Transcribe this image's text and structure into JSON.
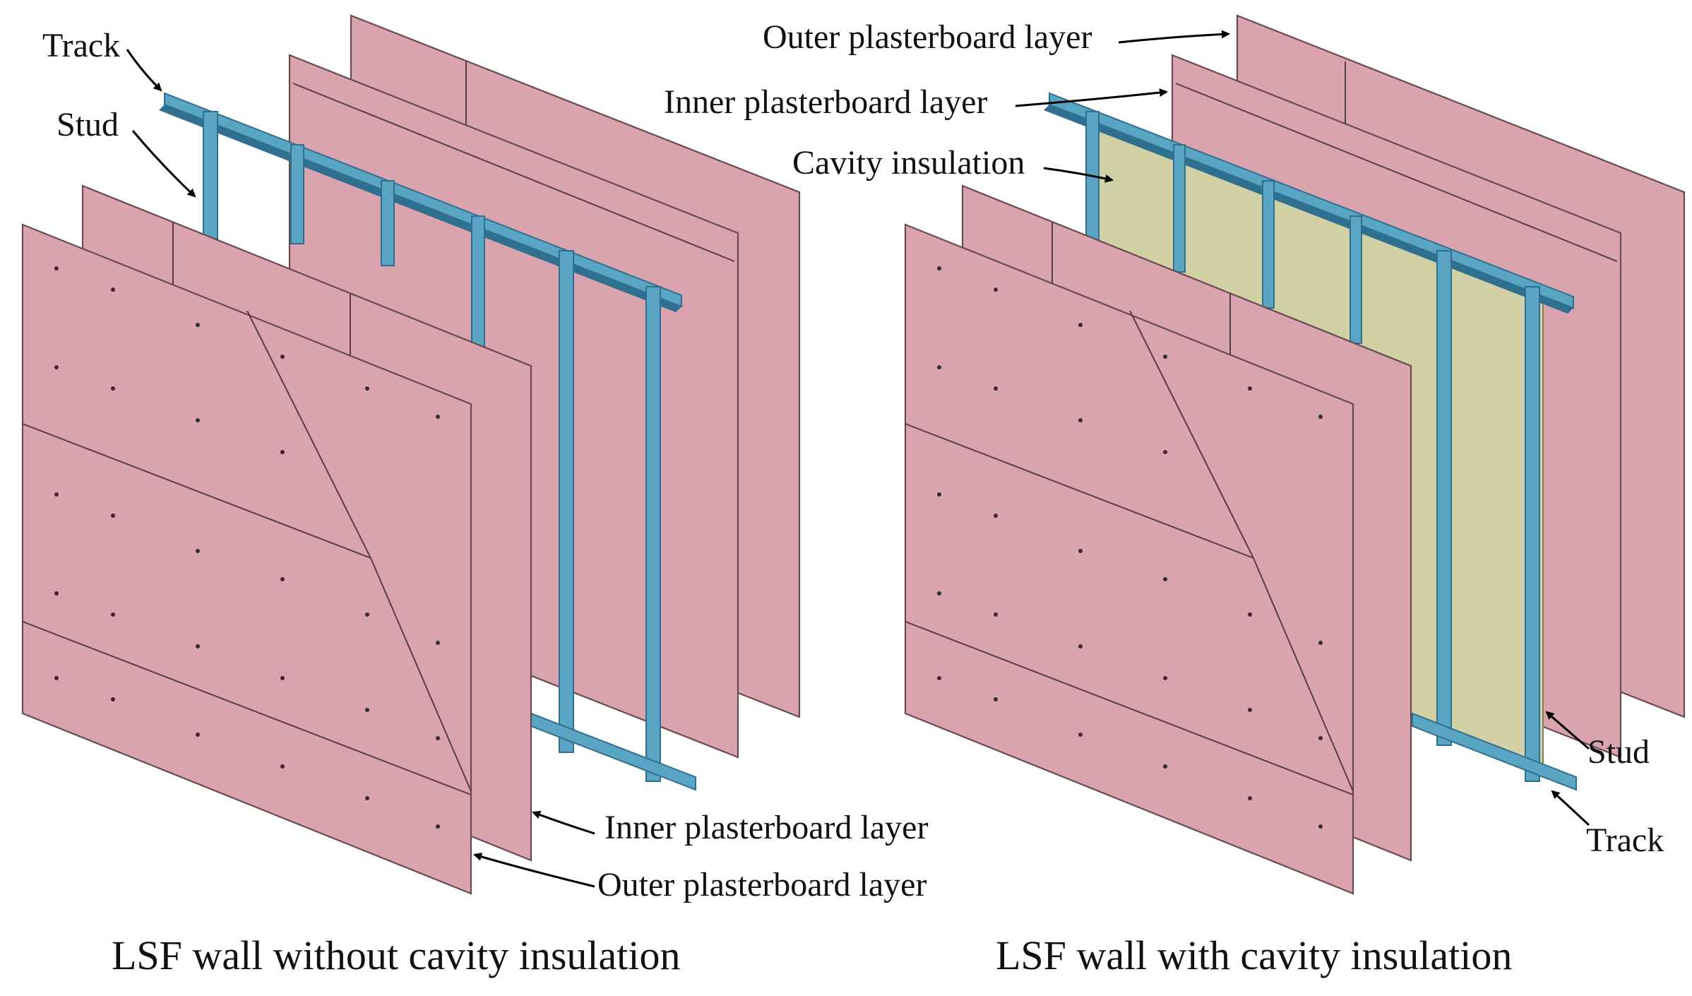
{
  "colors": {
    "plasterboard": "#d9a4ad",
    "plasterboard_edge": "#6a4a52",
    "steel": "#5aa4c4",
    "steel_dark": "#2f6f8f",
    "insulation": "#d2d1a6"
  },
  "left_panel": {
    "caption": "LSF wall without cavity insulation",
    "labels": {
      "track": "Track",
      "stud": "Stud",
      "inner_layer": "Inner plasterboard layer",
      "outer_layer": "Outer plasterboard layer"
    }
  },
  "right_panel": {
    "caption": "LSF wall with cavity insulation",
    "labels": {
      "outer_layer": "Outer plasterboard layer",
      "inner_layer": "Inner plasterboard layer",
      "cavity": "Cavity insulation",
      "stud": "Stud",
      "track": "Track"
    }
  }
}
